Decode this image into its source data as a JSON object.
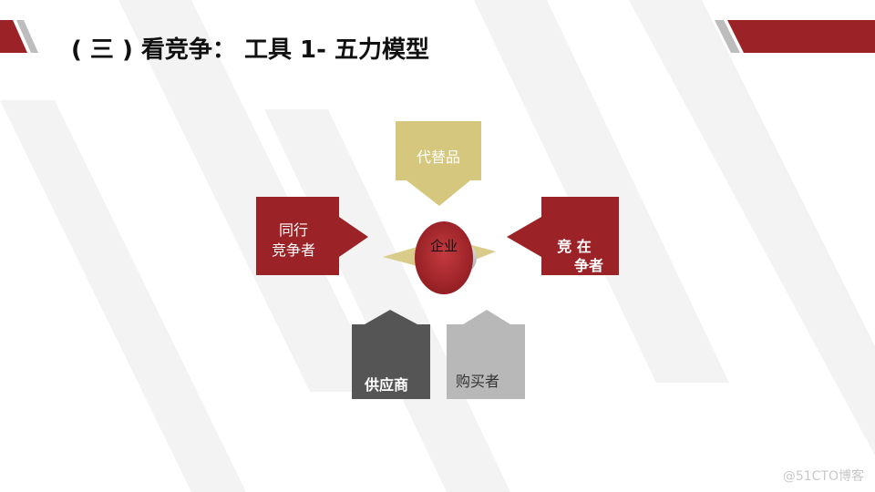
{
  "slide": {
    "title": "( 三 ) 看竞争： 工具 1- 五力模型",
    "watermark": "@51CTO博客"
  },
  "diagram": {
    "top": {
      "label": "代替品",
      "color": "#d6c77e"
    },
    "left": {
      "label_line1": "同行",
      "label_line2": "竞争者",
      "color": "#9b2226"
    },
    "right": {
      "label_line1": "竞 在",
      "label_line2": "争者",
      "color": "#9b2226"
    },
    "bottom_left": {
      "label": "供应商",
      "color": "#555555"
    },
    "bottom_right": {
      "label": "购买者",
      "color": "#b8b8b8"
    },
    "center": {
      "label": "企业",
      "color": "#a8242a"
    }
  },
  "colors": {
    "accent_red": "#9b2226",
    "stripe_gray": "#c8c8c8",
    "wing_gold": "#d9cc8a"
  }
}
